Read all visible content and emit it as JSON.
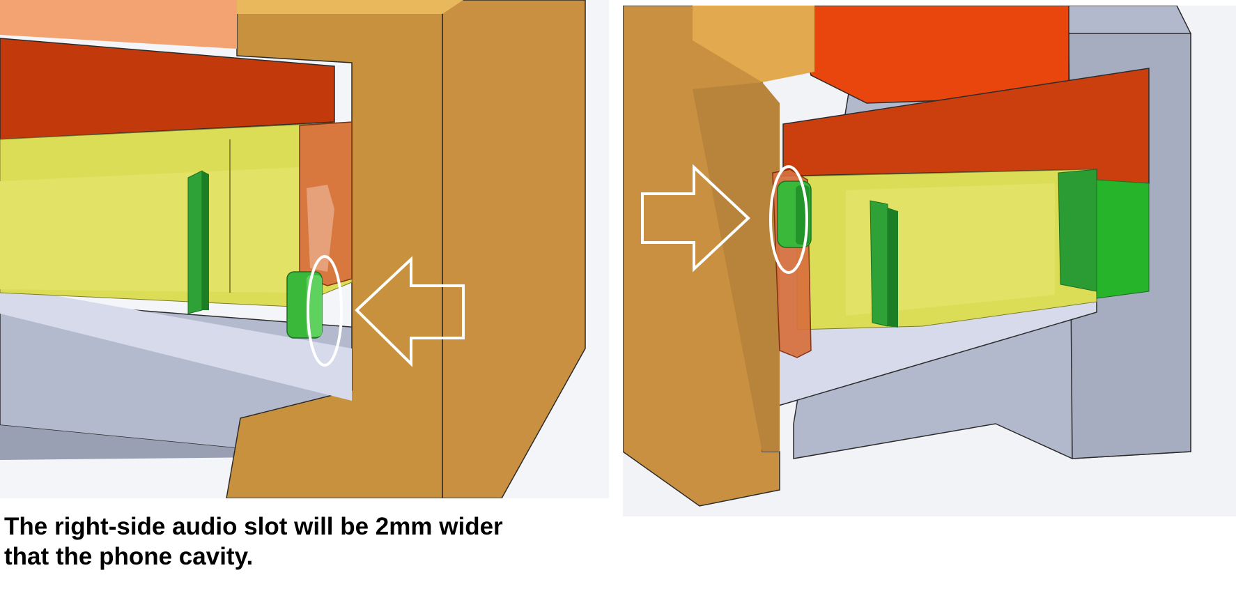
{
  "caption": {
    "line1": "The right-side audio slot will be 2mm wider",
    "line2": "that the phone cavity."
  },
  "panels": [
    {
      "view": "left-side cutaway",
      "arrow_direction": "left"
    },
    {
      "view": "right-side cutaway",
      "arrow_direction": "right"
    }
  ],
  "colors": {
    "mold_block": "#c8913e",
    "mold_block_side": "#d7a14a",
    "top_plate": "#c63a0c",
    "top_plate_light": "#f0a06a",
    "phone_body": "#dede58",
    "audio_plug": "#3dbb3d",
    "audio_plug_dark": "#1f8f24",
    "slide_bar": "#d9713f",
    "base_plate": "#b3b9cd",
    "cavity_floor": "#d6d9ea",
    "background": "#f2f3f6",
    "highlight_ellipse": "#ffffff",
    "arrow_fill": "#ffffff"
  },
  "icons": {
    "left_arrow": "arrow-left-outline-icon",
    "right_arrow": "arrow-right-outline-icon"
  }
}
